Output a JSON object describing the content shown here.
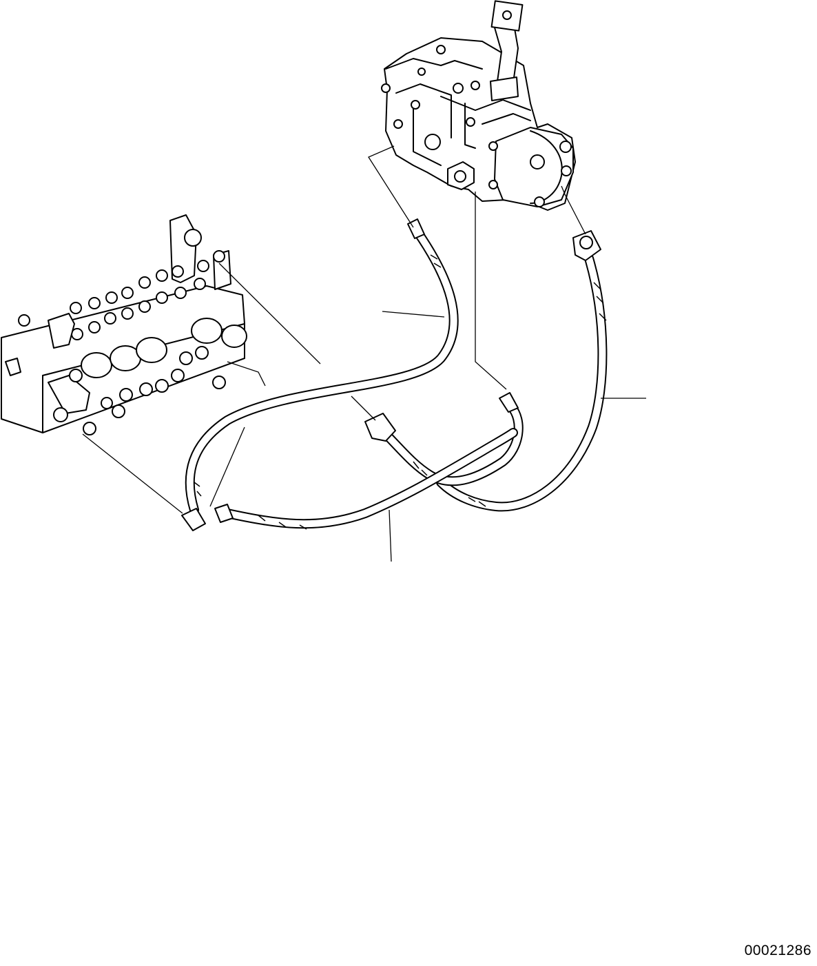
{
  "drawing": {
    "drawing_number": "00021286",
    "components": {
      "left": "control-valve-manifold",
      "right": "pump-assembly"
    },
    "hoses": [
      "hose-upper-s",
      "hose-right-long",
      "hose-middle",
      "hose-lower"
    ]
  }
}
